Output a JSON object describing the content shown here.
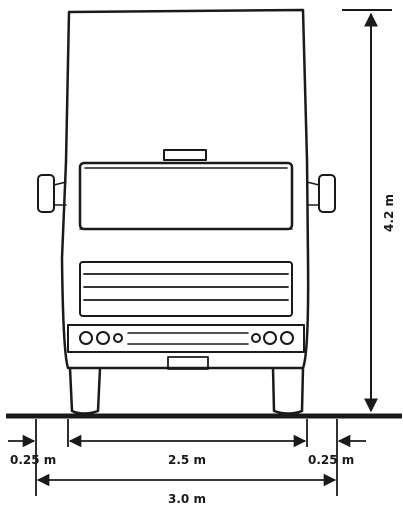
{
  "dimensions": {
    "height_label": "4.2 m",
    "left_clearance_label": "0.25 m",
    "body_width_label": "2.5 m",
    "right_clearance_label": "0.25 m",
    "overall_width_label": "3.0 m"
  }
}
